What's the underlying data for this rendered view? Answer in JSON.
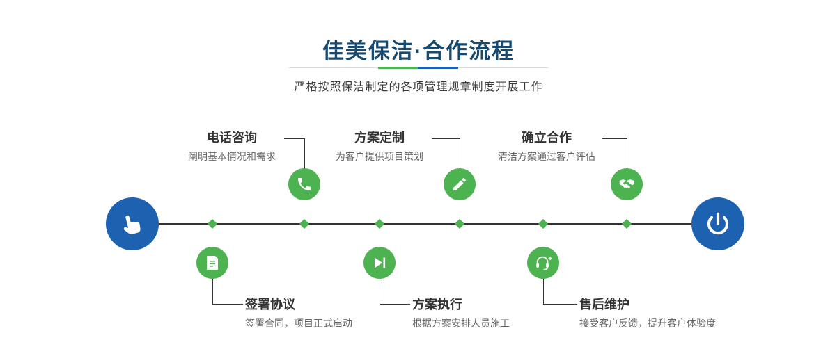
{
  "header": {
    "title": "佳美保洁·合作流程",
    "subtitle": "严格按照保洁制定的各项管理规章制度开展工作"
  },
  "flow": {
    "start": {
      "icon": "hand-pointer-icon"
    },
    "end": {
      "icon": "power-icon"
    },
    "steps": [
      {
        "title": "签署协议",
        "desc": "签署合同，项目正式启动",
        "icon": "contract-icon",
        "position": "bottom"
      },
      {
        "title": "电话咨询",
        "desc": "阐明基本情况和需求",
        "icon": "phone-icon",
        "position": "top"
      },
      {
        "title": "方案执行",
        "desc": "根据方案安排人员施工",
        "icon": "play-icon",
        "position": "bottom"
      },
      {
        "title": "方案定制",
        "desc": "为客户提供项目策划",
        "icon": "pencil-icon",
        "position": "top"
      },
      {
        "title": "售后维护",
        "desc": "接受客户反馈，提升客户体验度",
        "icon": "headset-icon",
        "position": "bottom"
      },
      {
        "title": "确立合作",
        "desc": "清洁方案通过客户评估",
        "icon": "handshake-icon",
        "position": "top"
      }
    ],
    "colors": {
      "green": "#4db351",
      "blue": "#1d62b0",
      "title_navy": "#17496e",
      "line": "#333333"
    }
  }
}
